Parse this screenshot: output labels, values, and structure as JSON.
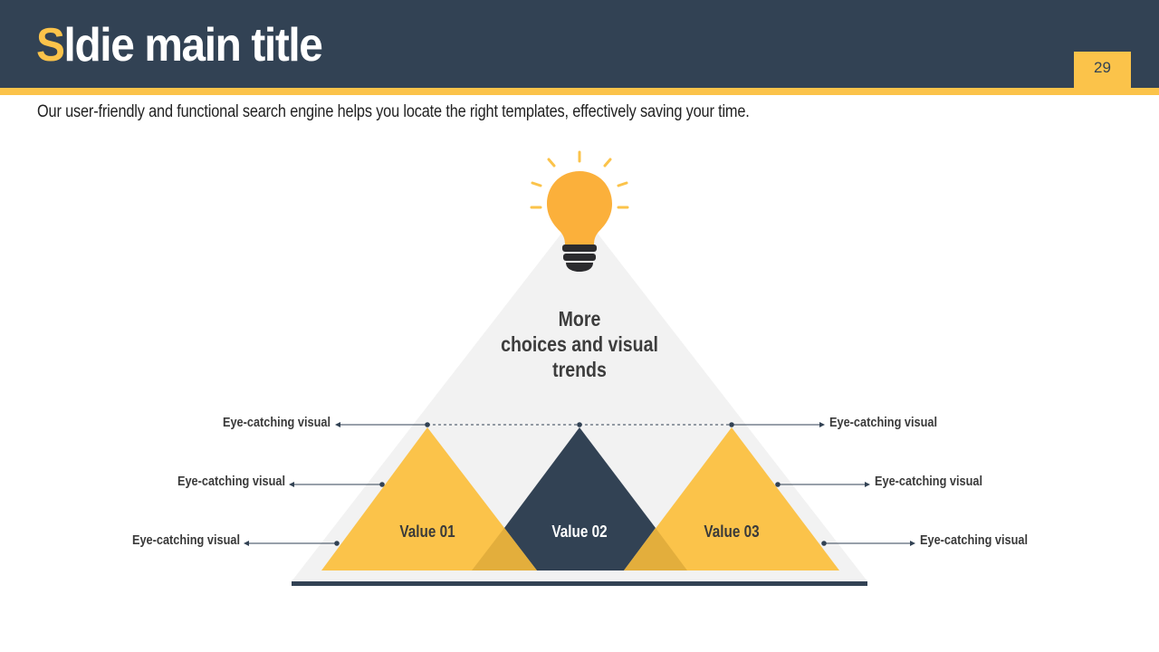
{
  "header": {
    "title_first": "S",
    "title_rest": "ldie main title",
    "page_number": "29"
  },
  "subtitle": "Our user-friendly and functional search engine helps you locate the right templates, effectively saving your time.",
  "diagram": {
    "center_lines": [
      "More",
      "choices and visual",
      "trends"
    ],
    "values": [
      "Value 01",
      "Value 02",
      "Value 03"
    ],
    "left_labels": [
      "Eye-catching visual",
      "Eye-catching visual",
      "Eye-catching visual"
    ],
    "right_labels": [
      "Eye-catching visual",
      "Eye-catching visual",
      "Eye-catching visual"
    ],
    "icon": "lightbulb-icon"
  },
  "colors": {
    "navy": "#324254",
    "yellow": "#fbc34a",
    "bulb_orange": "#fbb03b",
    "light_gray": "#f2f2f2"
  }
}
